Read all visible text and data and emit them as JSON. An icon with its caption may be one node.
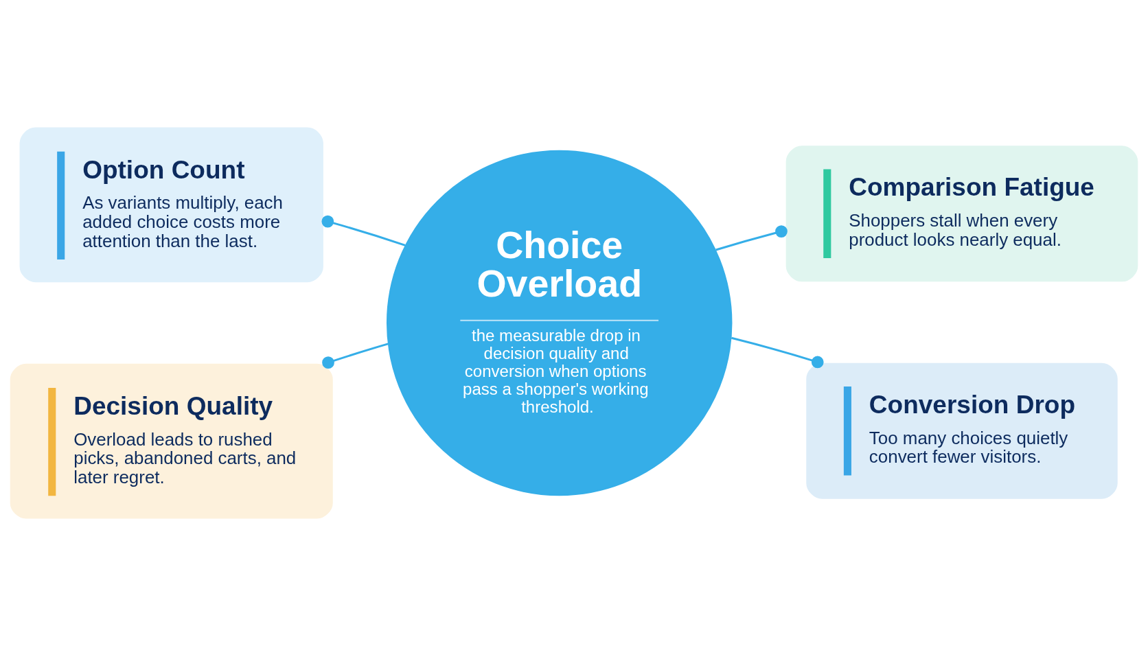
{
  "diagram": {
    "nodes": [
      {
        "text": [
          "Choice Overload",
          "the measurable drop in decision quality and conversion when options pass a shopper's working threshold."
        ]
      },
      {
        "text": [
          "Option Count",
          "As variants multiply, each added choice costs more attention than the last."
        ]
      },
      {
        "text": [
          "Comparison Fatigue",
          "Shoppers stall when every product looks nearly equal."
        ]
      },
      {
        "text": [
          "Decision Quality",
          "Overload leads to rushed picks, abandoned carts, and later regret."
        ]
      },
      {
        "text": [
          "Conversion Drop",
          "Too many choices quietly convert fewer visitors."
        ]
      }
    ],
    "edges": [
      {
        "from": 0,
        "to": 1,
        "arrow": "other"
      },
      {
        "from": 0,
        "to": 2,
        "arrow": "other"
      },
      {
        "from": 0,
        "to": 3,
        "arrow": "other"
      },
      {
        "from": 0,
        "to": 4,
        "arrow": "other"
      }
    ]
  }
}
